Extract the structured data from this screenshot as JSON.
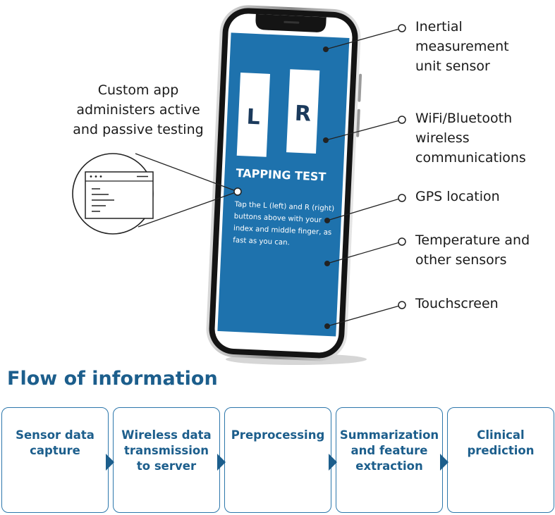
{
  "phone": {
    "button_left": "L",
    "button_right": "R",
    "test_title": "TAPPING TEST",
    "instructions": [
      "Tap the L (left) and R (right)",
      "buttons above  with your",
      "index and middle finger, as",
      "fast as you can."
    ]
  },
  "app_caption": [
    "Custom app",
    "administers active",
    "and passive testing"
  ],
  "callouts": [
    {
      "name": "imu",
      "lines": [
        "Inertial",
        "measurement",
        "unit sensor"
      ]
    },
    {
      "name": "wireless",
      "lines": [
        "WiFi/Bluetooth",
        "wireless",
        "communications"
      ]
    },
    {
      "name": "gps",
      "lines": [
        "GPS location"
      ]
    },
    {
      "name": "temperature",
      "lines": [
        "Temperature and",
        "other sensors"
      ]
    },
    {
      "name": "touchscreen",
      "lines": [
        "Touchscreen"
      ]
    }
  ],
  "flow": {
    "title": "Flow of information",
    "steps": [
      "Sensor data\ncapture",
      "Wireless data\ntransmission\nto server",
      "Preprocessing",
      "Summarization\nand feature\nextraction",
      "Clinical\nprediction"
    ]
  },
  "colors": {
    "screen_blue": "#1e72ad",
    "flow_blue": "#1c5e8c",
    "box_border": "#2d77ab",
    "button_text": "#1b3a5c"
  }
}
